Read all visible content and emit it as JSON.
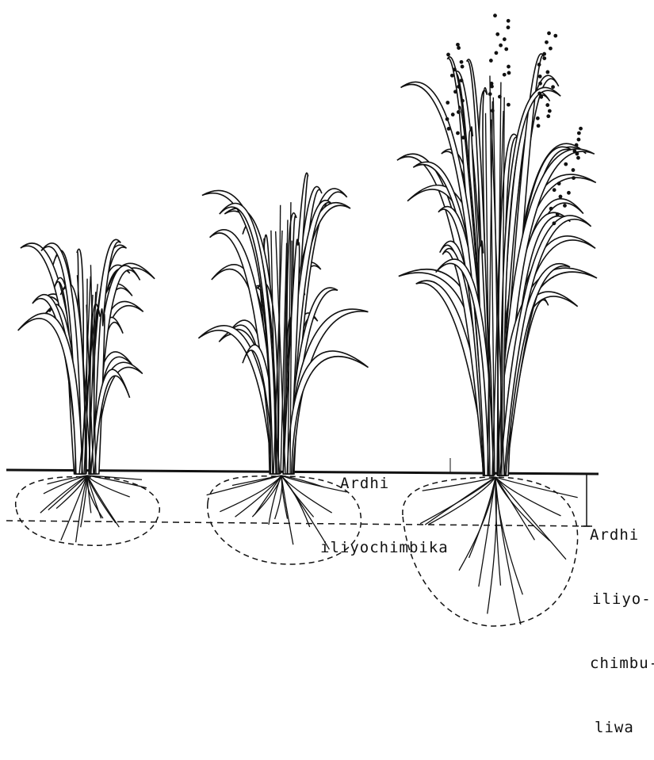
{
  "labels": {
    "plowed_soil": [
      "Ardhi",
      "iliyochimbika"
    ],
    "hardpan": [
      "Ardhi",
      "iliyo-",
      "chimbu-",
      "liwa"
    ]
  },
  "colors": {
    "ink": "#111111",
    "background": "#ffffff"
  },
  "plants": [
    {
      "stage": "young",
      "root_zone": "shallow"
    },
    {
      "stage": "tillering",
      "root_zone": "medium"
    },
    {
      "stage": "flowering",
      "root_zone": "deep"
    }
  ]
}
